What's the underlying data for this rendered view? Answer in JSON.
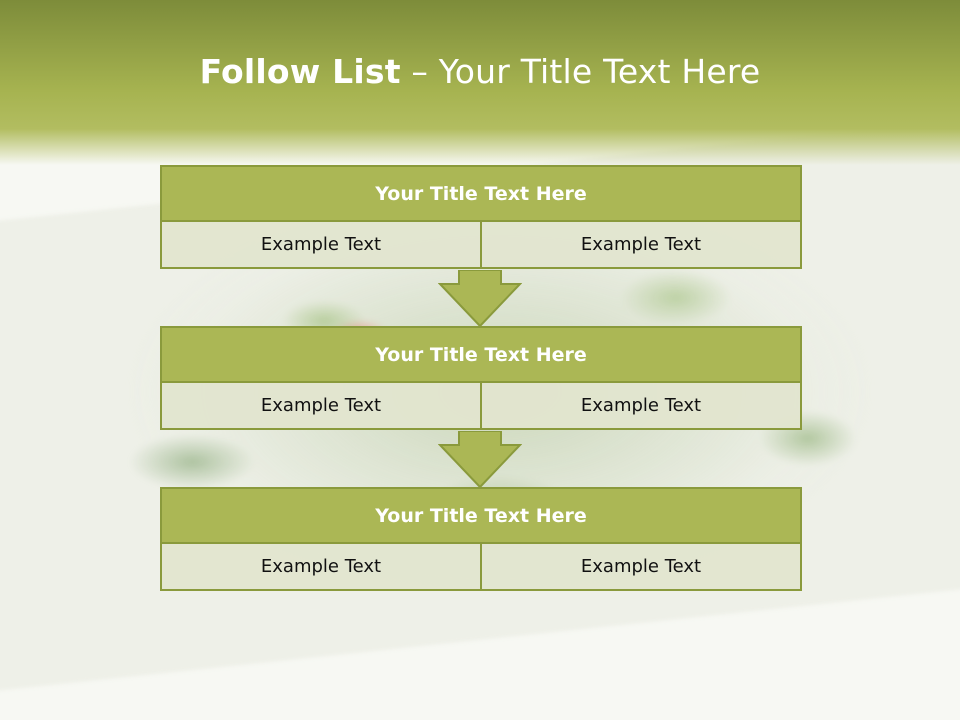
{
  "slide": {
    "title_bold": "Follow List",
    "title_rest": " – Your Title Text Here"
  },
  "blocks": [
    {
      "title": "Your Title Text Here",
      "left": "Example Text",
      "right": "Example Text"
    },
    {
      "title": "Your Title Text Here",
      "left": "Example Text",
      "right": "Example Text"
    },
    {
      "title": "Your Title Text Here",
      "left": "Example Text",
      "right": "Example Text"
    }
  ],
  "colors": {
    "header_dark": "#7d8c3a",
    "header_light": "#b2bd60",
    "block_title_bg": "#abb755",
    "block_border": "#8a9a3c",
    "cell_bg": "#e1e5cf",
    "arrow_fill": "#abb755"
  },
  "icons": [
    "down-arrow-icon",
    "down-arrow-icon"
  ]
}
